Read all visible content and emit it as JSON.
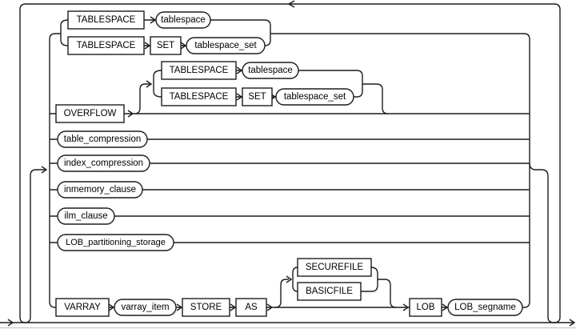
{
  "diagram": {
    "type": "railroad-syntax-diagram",
    "background": "#ffffff",
    "line_color": "#1c1c1c",
    "bottom_rule_color": "#c9c9c9",
    "alternatives": {
      "tablespace": {
        "keyword": "TABLESPACE",
        "operand": "tablespace"
      },
      "tablespace_set": {
        "keyword": "TABLESPACE",
        "set_keyword": "SET",
        "operand": "tablespace_set"
      },
      "overflow": {
        "keyword": "OVERFLOW",
        "tablespace": {
          "keyword": "TABLESPACE",
          "operand": "tablespace"
        },
        "tablespace_set": {
          "keyword": "TABLESPACE",
          "set_keyword": "SET",
          "operand": "tablespace_set"
        }
      },
      "table_compression": {
        "operand": "table_compression"
      },
      "index_compression": {
        "operand": "index_compression"
      },
      "inmemory_clause": {
        "operand": "inmemory_clause"
      },
      "ilm_clause": {
        "operand": "ilm_clause"
      },
      "lob_partitioning_storage": {
        "operand": "LOB_partitioning_storage"
      },
      "varray": {
        "keyword": "VARRAY",
        "operand": "varray_item",
        "store_keyword": "STORE",
        "as_keyword": "AS",
        "securefile_keyword": "SECUREFILE",
        "basicfile_keyword": "BASICFILE",
        "lob_keyword": "LOB",
        "segname_operand": "LOB_segname"
      }
    }
  }
}
